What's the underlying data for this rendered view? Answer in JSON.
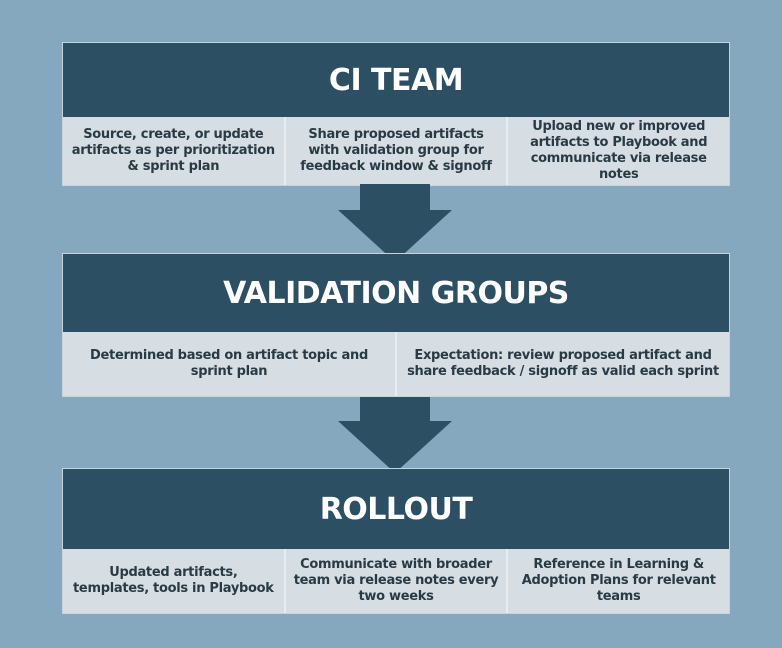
{
  "colors": {
    "background": "#86a8bf",
    "header": "#2d4f64",
    "cell": "#d6dee3",
    "arrow": "#2d4f64"
  },
  "blocks": [
    {
      "title": "CI TEAM",
      "items": [
        "Source, create, or update artifacts as per prioritization & sprint plan",
        "Share proposed artifacts with validation group for feedback window & signoff",
        "Upload new or improved artifacts to Playbook and communicate via release notes"
      ]
    },
    {
      "title": "VALIDATION GROUPS",
      "items": [
        "Determined based on artifact topic and sprint plan",
        "Expectation: review proposed artifact and share feedback / signoff as valid each sprint"
      ]
    },
    {
      "title": "ROLLOUT",
      "items": [
        "Updated artifacts, templates, tools in Playbook",
        "Communicate with broader team via release notes every two weeks",
        "Reference in Learning & Adoption Plans for relevant teams"
      ]
    }
  ]
}
